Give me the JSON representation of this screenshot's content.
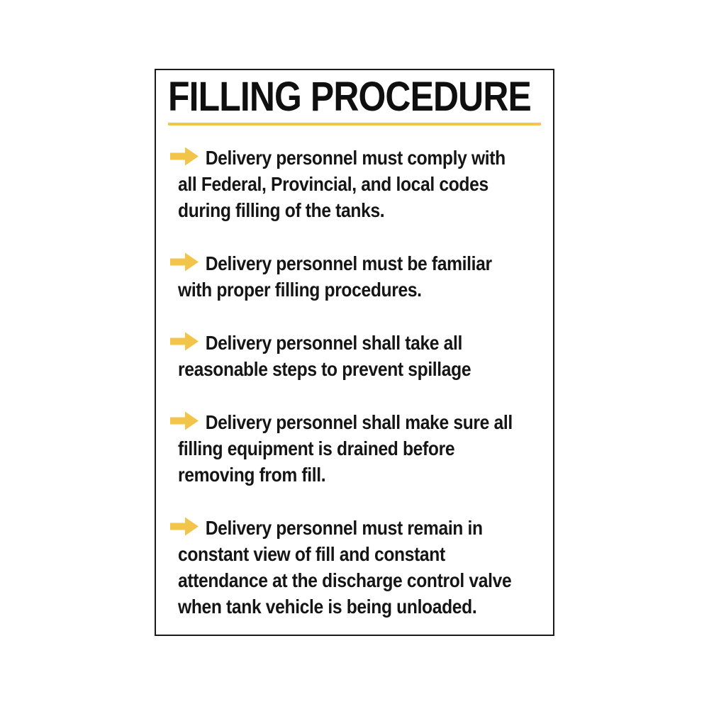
{
  "sign": {
    "title": "FILLING PROCEDURE",
    "accent_color": "#F3C44A",
    "text_color": "#151515",
    "border_color": "#1a1a1a",
    "bullet_icon": "arrow-right-icon",
    "bullets": [
      {
        "text": "Delivery personnel must comply with\nall Federal, Provincial, and local codes\nduring filling of the tanks."
      },
      {
        "text": "Delivery personnel must be familiar\nwith proper filling procedures."
      },
      {
        "text": "Delivery personnel shall take all\nreasonable steps to prevent spillage"
      },
      {
        "text": "Delivery personnel shall make sure all\nfilling equipment is drained before\nremoving from fill."
      },
      {
        "text": "Delivery personnel must remain in\nconstant view of fill and constant\nattendance at the discharge control valve\nwhen tank vehicle is being unloaded."
      }
    ]
  }
}
